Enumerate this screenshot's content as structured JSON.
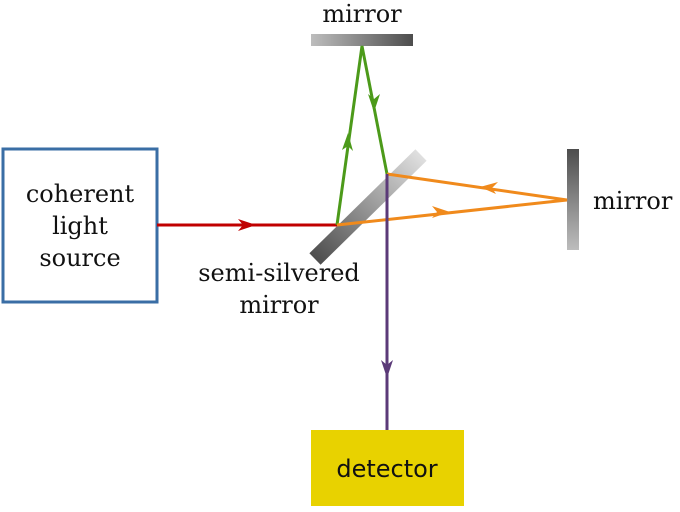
{
  "diagram": {
    "source_label": [
      "coherent",
      "light",
      "source"
    ],
    "top_mirror_label": "mirror",
    "right_mirror_label": "mirror",
    "splitter_label": [
      "semi-silvered",
      "mirror"
    ],
    "detector_label": "detector"
  },
  "colors": {
    "source_border": "#3a6ea5",
    "input_beam": "#c00000",
    "green_beam": "#4c9a1a",
    "orange_beam": "#f08a1c",
    "output_beam": "#5b3a78",
    "detector_fill": "#e8d200",
    "mirror_dark": "#555555",
    "mirror_light": "#bbbbbb"
  }
}
